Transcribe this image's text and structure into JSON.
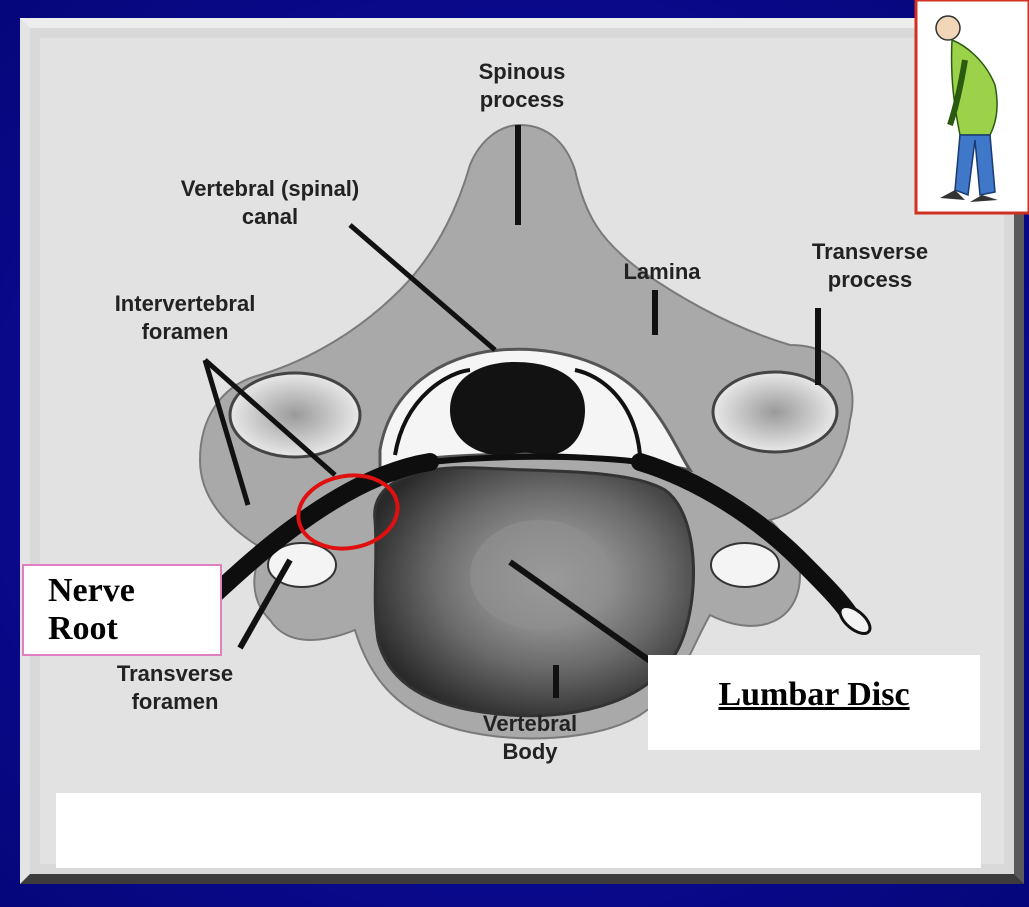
{
  "labels": {
    "spinous_process": "Spinous\nprocess",
    "vertebral_canal": "Vertebral (spinal)\ncanal",
    "lamina": "Lamina",
    "transverse_process": "Transverse\nprocess",
    "intervertebral_foramen": "Intervertebral\nforamen",
    "transverse_foramen": "Transverse\nforamen",
    "vertebral_body": "Vertebral\nBody"
  },
  "callouts": {
    "nerve_root": "Nerve\nRoot",
    "lumbar_disc": "Lumbar Disc"
  },
  "colors": {
    "background": "#0a0a8c",
    "highlight_circle": "#e01010",
    "nerve_box_border": "#e080c0",
    "thumbnail_border": "#d03020"
  }
}
